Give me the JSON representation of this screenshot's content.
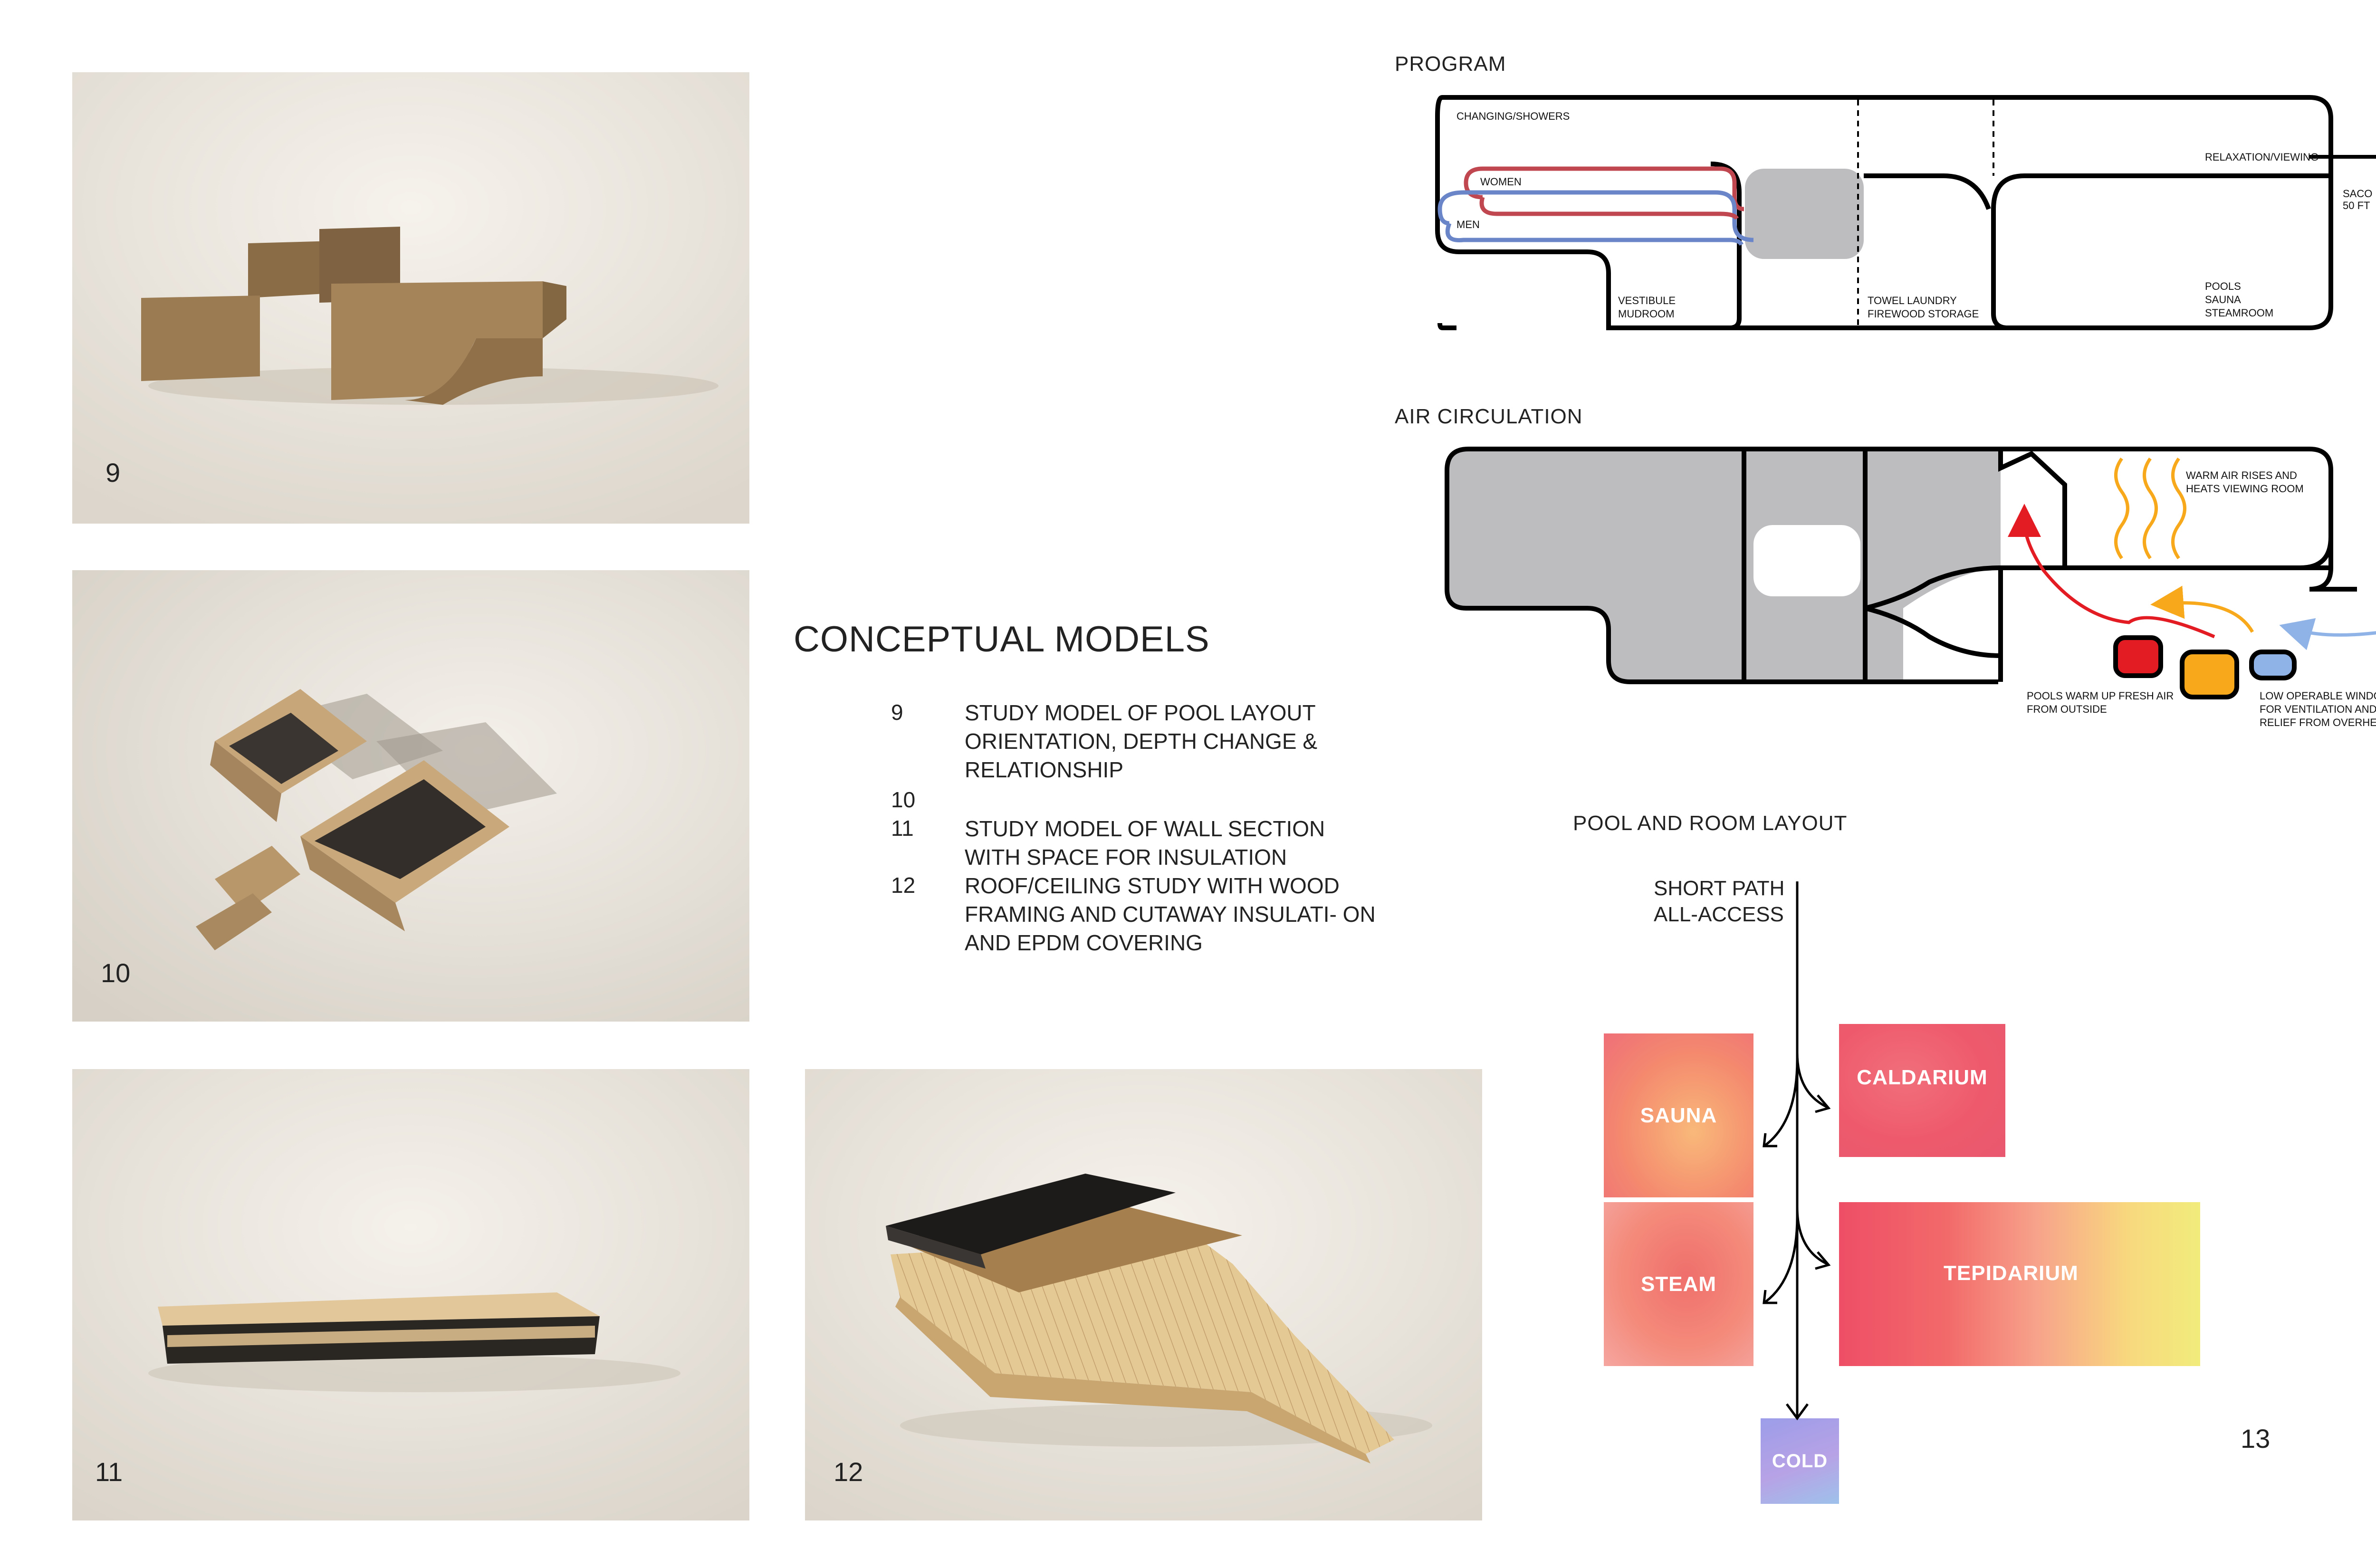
{
  "photos": [
    {
      "number": "9"
    },
    {
      "number": "10"
    },
    {
      "number": "11"
    },
    {
      "number": "12"
    }
  ],
  "title": "CONCEPTUAL MODELS",
  "captions": [
    {
      "num": "9",
      "text": "STUDY MODEL OF POOL LAYOUT ORIENTATION, DEPTH CHANGE & RELATIONSHIP"
    },
    {
      "num": "10",
      "text": ""
    },
    {
      "num": "11",
      "text": "STUDY MODEL OF WALL SECTION WITH SPACE FOR INSULATION"
    },
    {
      "num": "12",
      "text": "ROOF/CEILING STUDY WITH WOOD FRAMING AND CUTAWAY INSULATI- ON AND EPDM COVERING"
    }
  ],
  "program": {
    "title": "PROGRAM",
    "changing": "CHANGING/SHOWERS",
    "women": "WOMEN",
    "men": "MEN",
    "relax": "RELAXATION/VIEWING",
    "saco": "SACO LAKE",
    "saco_dist": "50 FT",
    "vestibule": "VESTIBULE",
    "mudroom": "MUDROOM",
    "towel": "TOWEL LAUNDRY",
    "firewood": "FIREWOOD STORAGE",
    "pools": "POOLS",
    "sauna": "SAUNA",
    "steamroom": "STEAMROOM"
  },
  "air": {
    "title": "AIR CIRCULATION",
    "warm1": "WARM AIR RISES AND",
    "warm2": "HEATS VIEWING ROOM",
    "pools1": "POOLS WARM UP FRESH AIR",
    "pools2": "FROM OUTSIDE",
    "window1": "LOW OPERABLE WINDOW",
    "window2": "FOR VENTILATION AND",
    "window3": "RELIEF FROM OVERHEATING"
  },
  "layout": {
    "title": "POOL AND ROOM LAYOUT",
    "path1": "SHORT PATH",
    "path2": "ALL-ACCESS",
    "sauna": "SAUNA",
    "steam": "STEAM",
    "caldarium": "CALDARIUM",
    "tepidarium": "TEPIDARIUM",
    "cold": "COLD",
    "figure_num": "13"
  },
  "colors": {
    "women_line": "#c0474f",
    "men_line": "#6b86c8",
    "shade": "#bdbcbf",
    "red_box": "#e31b23",
    "orange_box": "#f7a91b",
    "blue_box": "#8fb3e6"
  }
}
